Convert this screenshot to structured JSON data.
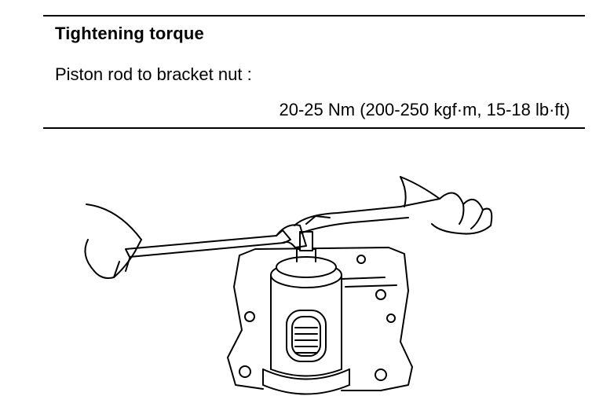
{
  "spec": {
    "title": "Tightening torque",
    "item": "Piston rod to bracket nut :",
    "value": "20-25 Nm (200-250 kgf·m, 15-18 lb·ft)"
  },
  "illustration": {
    "icon": "wrench-tightening-nut-illustration"
  }
}
